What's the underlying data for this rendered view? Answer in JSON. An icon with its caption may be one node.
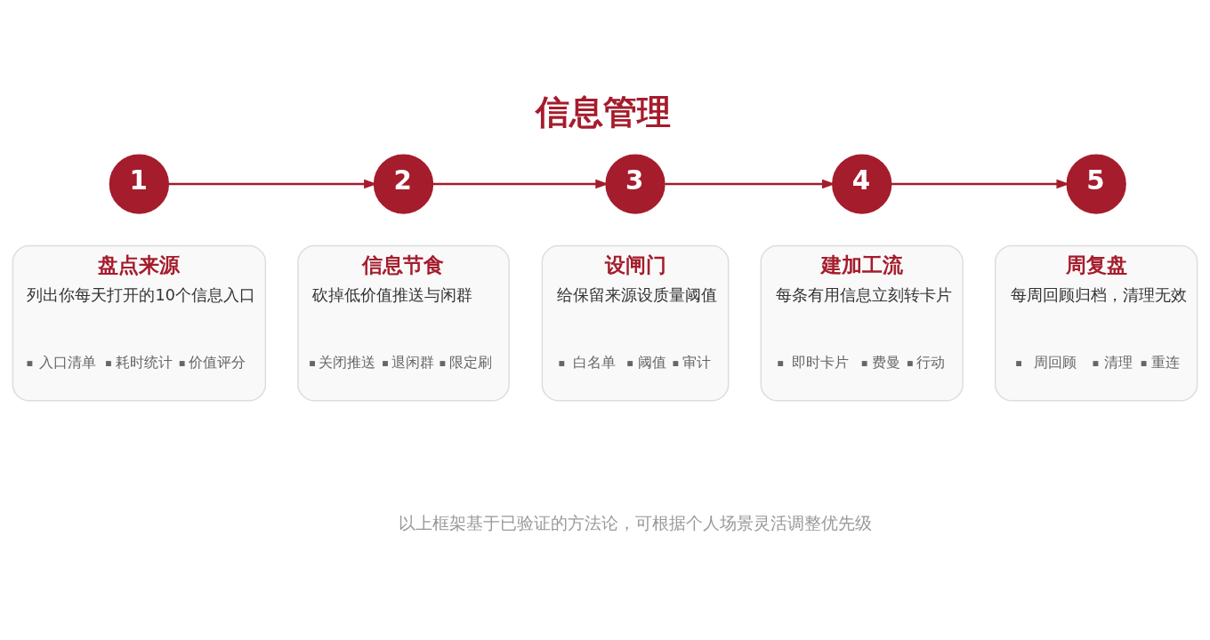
{
  "diagram": {
    "title": "信息管理",
    "caption": "以上框架基于已验证的方法论，可根据个人场景灵活调整优先级",
    "nodes": [
      {
        "text": [
          "1"
        ]
      },
      {
        "text": [
          "2"
        ]
      },
      {
        "text": [
          "3"
        ]
      },
      {
        "text": [
          "4"
        ]
      },
      {
        "text": [
          "5"
        ]
      },
      {
        "text": [
          "盘点来源",
          "列出你每天打开的10个信息入口",
          "入口清单",
          "耗时统计",
          "价值评分"
        ]
      },
      {
        "text": [
          "信息节食",
          "砍掉低价值推送与闲群",
          "关闭推送",
          "退闲群",
          "限定刷"
        ]
      },
      {
        "text": [
          "设闸门",
          "给保留来源设质量阈值",
          "白名单",
          "阈值",
          "审计"
        ]
      },
      {
        "text": [
          "建加工流",
          "每条有用信息立刻转卡片",
          "即时卡片",
          "费曼",
          "行动"
        ]
      },
      {
        "text": [
          "周复盘",
          "每周回顾归档，清理无效",
          "周回顾",
          "清理",
          "重连"
        ]
      }
    ],
    "edges": [
      {
        "from": 0,
        "to": 1,
        "arrow": "to"
      },
      {
        "from": 1,
        "to": 2,
        "arrow": "to"
      },
      {
        "from": 2,
        "to": 3,
        "arrow": "to"
      },
      {
        "from": 3,
        "to": 4,
        "arrow": "to"
      }
    ]
  }
}
